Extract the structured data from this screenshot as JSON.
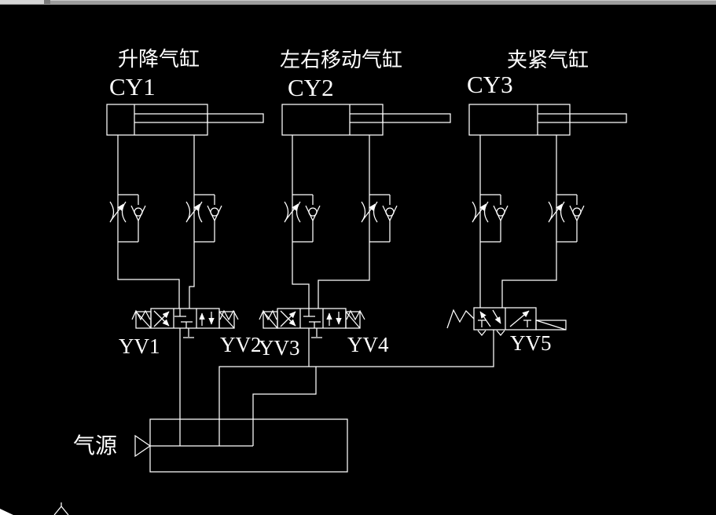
{
  "canvas": {
    "background": "#000000",
    "line_color": "#ffffff",
    "titlebar_color": "#9c9c9c",
    "titlebar_segment_color": "#d6d6d6"
  },
  "diagram": {
    "groups": [
      {
        "title": "升降气缸",
        "cylinder": "CY1",
        "valve_left": "YV1",
        "valve_right": "YV2"
      },
      {
        "title": "左右移动气缸",
        "cylinder": "CY2",
        "valve_left": "YV3",
        "valve_right": "YV4"
      },
      {
        "title": "夹紧气缸",
        "cylinder": "CY3",
        "valve": "YV5"
      }
    ],
    "air_source": {
      "label": "气源"
    }
  }
}
